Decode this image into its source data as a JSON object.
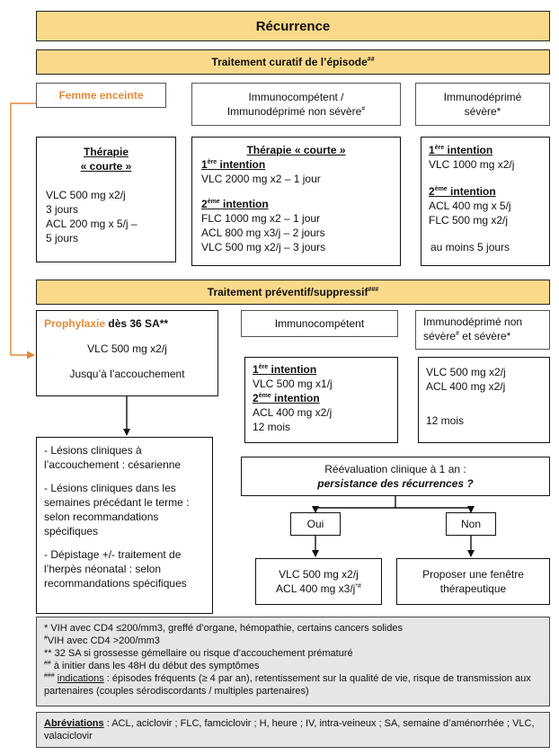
{
  "title": "Récurrence",
  "curative": {
    "band": "Traitement curatif de l’épisode",
    "band_sup": "##",
    "femme_enceinte": "Femme enceinte",
    "immunocomp": {
      "line1": "Immunocompétent /",
      "line2": "Immunodéprimé non sévère",
      "sup": "#"
    },
    "immunodep": {
      "line1": "Immunodéprimé",
      "line2": "sévère*"
    },
    "preg_therapy": {
      "title1": "Thérapie",
      "title2": "« courte »",
      "l1": "VLC 500 mg x2/j",
      "l2": "3 jours",
      "l3": "ACL  200 mg x 5/j –",
      "l4": "5 jours"
    },
    "comp_therapy": {
      "title": "Thérapie « courte »",
      "first_num": "1",
      "first_sup": "ère",
      "first_rest": " intention",
      "first_l1": "VLC 2000 mg x2 – 1 jour",
      "second_num": "2",
      "second_sup": "ème",
      "second_rest": " intention",
      "second_l1": "FLC 1000 mg x2 – 1 jour",
      "second_l2": "ACL 800 mg x3/j – 2 jours",
      "second_l3": "VLC 500 mg x2/j – 3 jours"
    },
    "dep_therapy": {
      "first_num": "1",
      "first_sup": "ère",
      "first_rest": " intention",
      "first_l1": "VLC 1000 mg x2/j",
      "second_num": "2",
      "second_sup": "ème",
      "second_rest": " intention",
      "second_l1": "ACL 400 mg x 5/j",
      "second_l2": "FLC 500 mg x2/j",
      "second_l3": "au moins 5 jours"
    }
  },
  "preventive": {
    "band": "Traitement préventif/suppressif",
    "band_sup": "###",
    "proph": {
      "word": "Prophylaxie",
      "rest": " dès 36 SA**",
      "l1": "VLC 500 mg x2/j",
      "l2": "Jusqu’à l’accouchement"
    },
    "immunocomp": "Immunocompétent",
    "immunodep": {
      "line1": "Immunodéprimé non",
      "line2a": "sévère",
      "sup": "#",
      "line2b": " et sévère*"
    },
    "comp_therapy": {
      "first_num": "1",
      "first_sup": "ère",
      "first_rest": " intention",
      "first_l1": "VLC 500 mg x1/j",
      "second_num": "2",
      "second_sup": "ème",
      "second_rest": " intention",
      "second_l1": "ACL 400 mg x2/j",
      "second_l2": "12 mois"
    },
    "dep_therapy": {
      "l1": "VLC 500 mg x2/j",
      "l2": "ACL 400 mg x2/j",
      "l3": "12 mois"
    },
    "delivery": {
      "p1": "- Lésions cliniques à l’accouchement : césarienne",
      "p2": "- Lésions cliniques dans les semaines précédant le terme : selon recommandations spécifiques",
      "p3": "- Dépistage +/- traitement de l’herpès néonatal : selon recommandations spécifiques"
    },
    "reeval": {
      "l1": "Réévaluation clinique à 1 an :",
      "l2": "persistance des récurrences ?"
    },
    "oui": "Oui",
    "non": "Non",
    "oui_result": {
      "l1": "VLC 500 mg x2/j",
      "l2": "ACL 400 mg x3/j",
      "l2_sup": "*#"
    },
    "non_result": {
      "l1": "Proposer une fenêtre",
      "l2": "thérapeutique"
    }
  },
  "footnotes": {
    "n1": "* VIH avec CD4 ≤200/mm3, greffé d’organe, hémopathie, certains cancers solides",
    "n2_sup": "#",
    "n2": "VIH avec CD4 >200/mm3",
    "n3": "** 32 SA si grossesse gémellaire ou risque d’accouchement prématuré",
    "n4_sup": "##",
    "n4": " à initier dans les 48H du début des symptômes",
    "n5_sup": "###",
    "n5_u": "indications",
    "n5": " : épisodes fréquents (≥ 4 par an), retentissement sur la qualité de vie, risque de transmission aux partenaires (couples sérodiscordants / multiples partenaires)"
  },
  "abbrev": {
    "label": "Abréviations",
    "text": " : ACL, aciclovir ; FLC, famciclovir ; H, heure ; IV, intra-veineux ; SA, semaine d’aménorrhée ; VLC, valaciclovir"
  }
}
